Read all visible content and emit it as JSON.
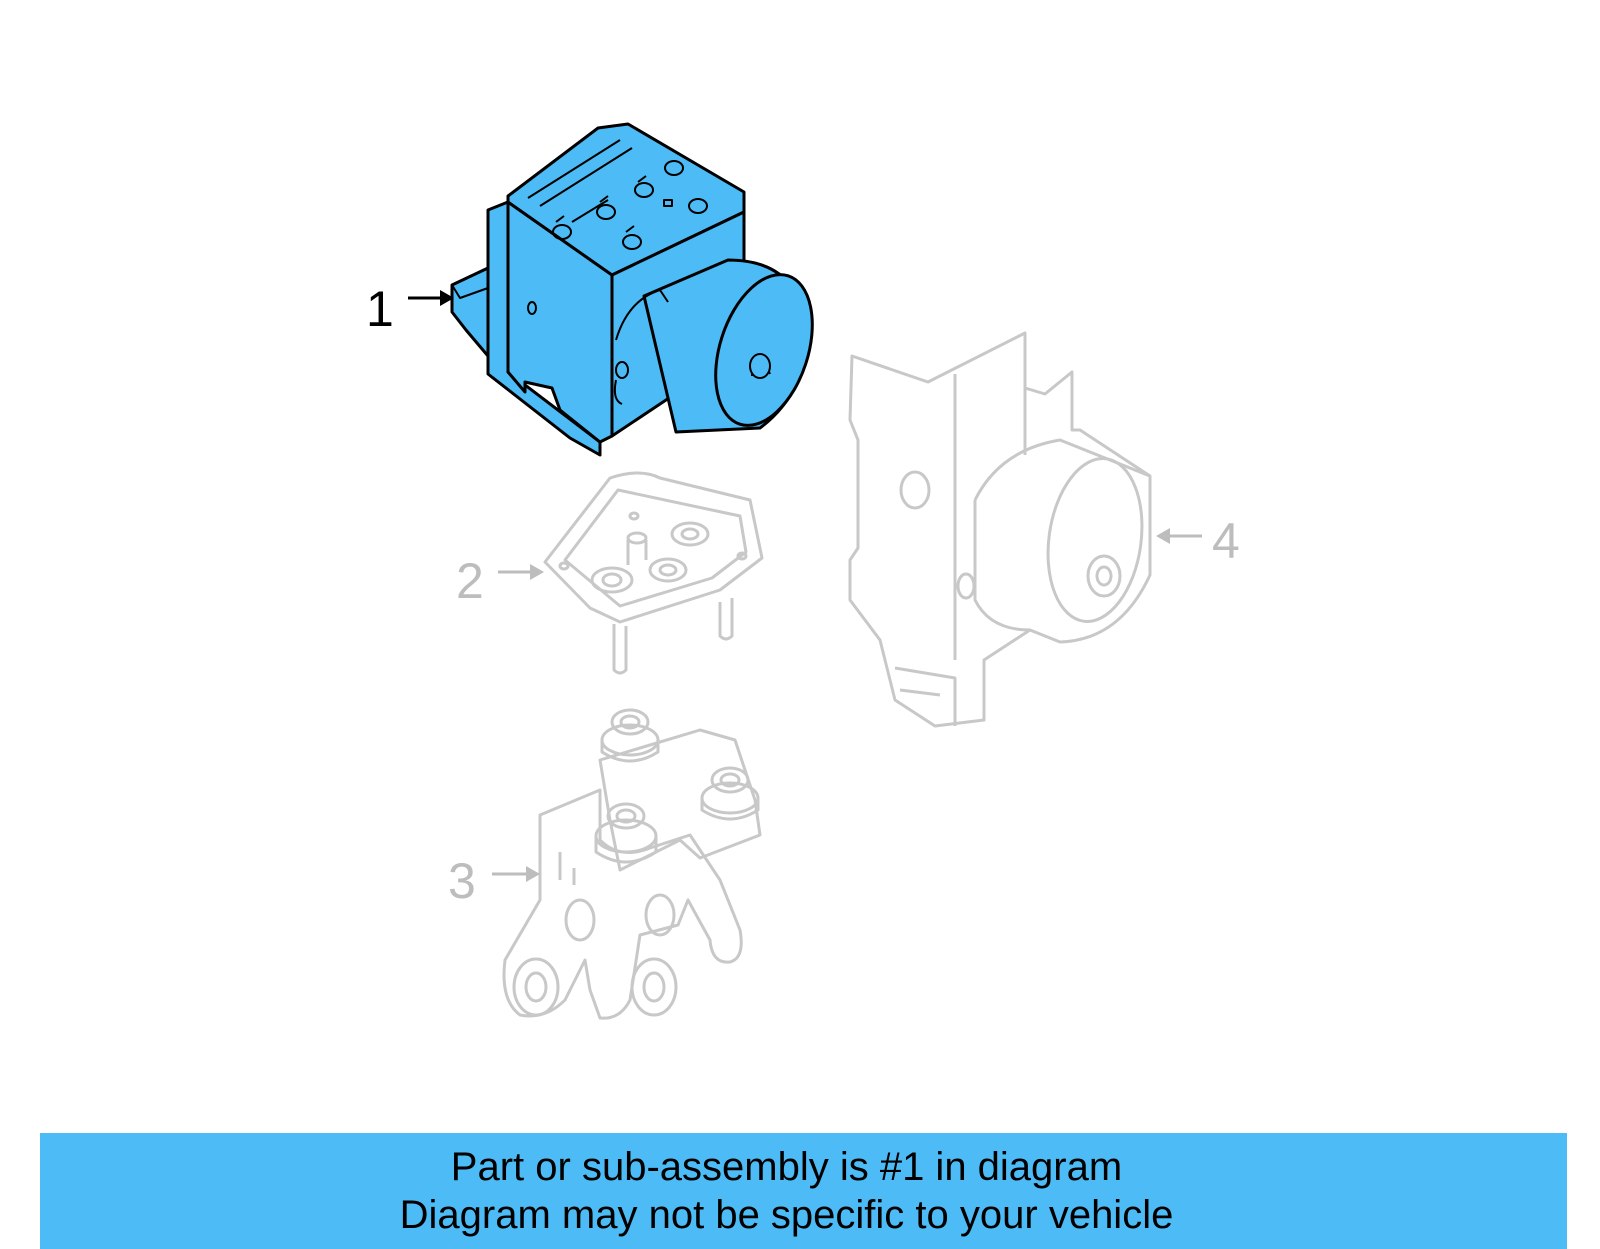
{
  "colors": {
    "highlight_fill": "#4dbbf5",
    "highlight_stroke": "#000000",
    "ghost_stroke": "#c8c8c8",
    "ghost_text": "#bdbdbd",
    "banner_bg": "#4dbbf5"
  },
  "callouts": [
    {
      "id": "1",
      "label": "1",
      "active": true
    },
    {
      "id": "2",
      "label": "2",
      "active": false
    },
    {
      "id": "3",
      "label": "3",
      "active": false
    },
    {
      "id": "4",
      "label": "4",
      "active": false
    }
  ],
  "banner": {
    "line1": "Part or sub-assembly is #1 in diagram",
    "line2": "Diagram may not be specific to your vehicle"
  }
}
